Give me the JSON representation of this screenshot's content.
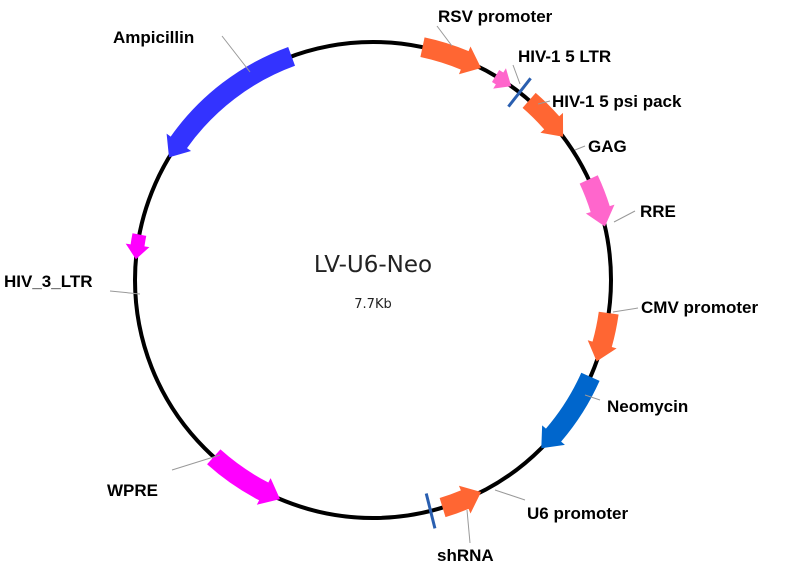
{
  "plasmid": {
    "name": "LV-U6-Neo",
    "size": "7.7Kb"
  },
  "features": [
    {
      "label": "RSV promoter",
      "color": "#ff6633"
    },
    {
      "label": "HIV-1 5 LTR",
      "color": "#ff66cc"
    },
    {
      "label": "GAG",
      "color": "#ff6633"
    },
    {
      "label": "RRE",
      "color": "#ff66cc"
    },
    {
      "label": "CMV promoter",
      "color": "#ff6633"
    },
    {
      "label": "Neomycin",
      "color": "#0066cc"
    },
    {
      "label": "U6 promoter",
      "color": "#ff6633"
    },
    {
      "label": "WPRE",
      "color": "#ff00ff"
    },
    {
      "label": "HIV_3_LTR",
      "color": "#ff00ff"
    },
    {
      "label": "Ampicillin",
      "color": "#3333ff"
    }
  ],
  "sites": [
    {
      "label": "HIV-1 5 psi pack",
      "color": "#2a5fb0"
    },
    {
      "label": "shRNA",
      "color": "#2a5fb0"
    }
  ]
}
